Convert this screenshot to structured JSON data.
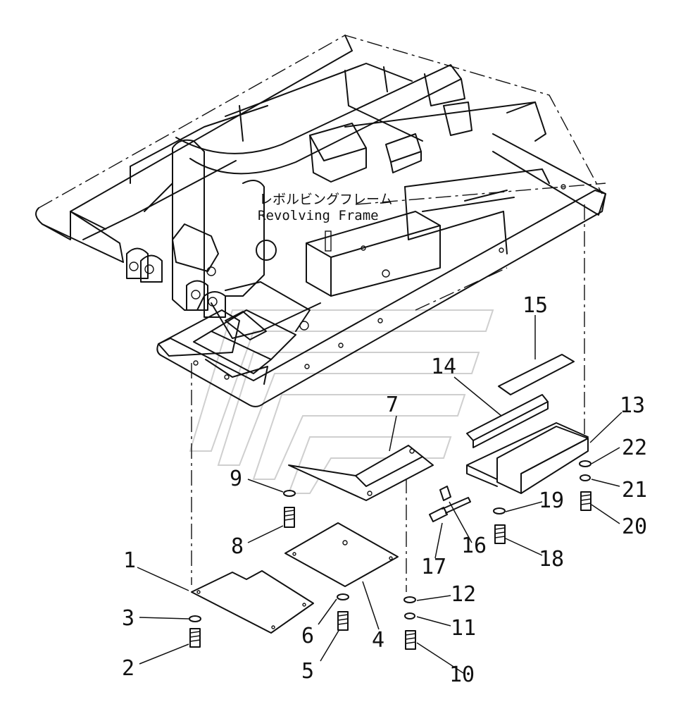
{
  "frame_label": {
    "jp": "レボルビングフレーム",
    "en": "Revolving Frame"
  },
  "callouts": [
    {
      "id": "1",
      "label": "1"
    },
    {
      "id": "2",
      "label": "2"
    },
    {
      "id": "3",
      "label": "3"
    },
    {
      "id": "4",
      "label": "4"
    },
    {
      "id": "5",
      "label": "5"
    },
    {
      "id": "6",
      "label": "6"
    },
    {
      "id": "7",
      "label": "7"
    },
    {
      "id": "8",
      "label": "8"
    },
    {
      "id": "9",
      "label": "9"
    },
    {
      "id": "10",
      "label": "10"
    },
    {
      "id": "11",
      "label": "11"
    },
    {
      "id": "12",
      "label": "12"
    },
    {
      "id": "13",
      "label": "13"
    },
    {
      "id": "14",
      "label": "14"
    },
    {
      "id": "15",
      "label": "15"
    },
    {
      "id": "16",
      "label": "16"
    },
    {
      "id": "17",
      "label": "17"
    },
    {
      "id": "18",
      "label": "18"
    },
    {
      "id": "19",
      "label": "19"
    },
    {
      "id": "20",
      "label": "20"
    },
    {
      "id": "21",
      "label": "21"
    },
    {
      "id": "22",
      "label": "22"
    }
  ]
}
